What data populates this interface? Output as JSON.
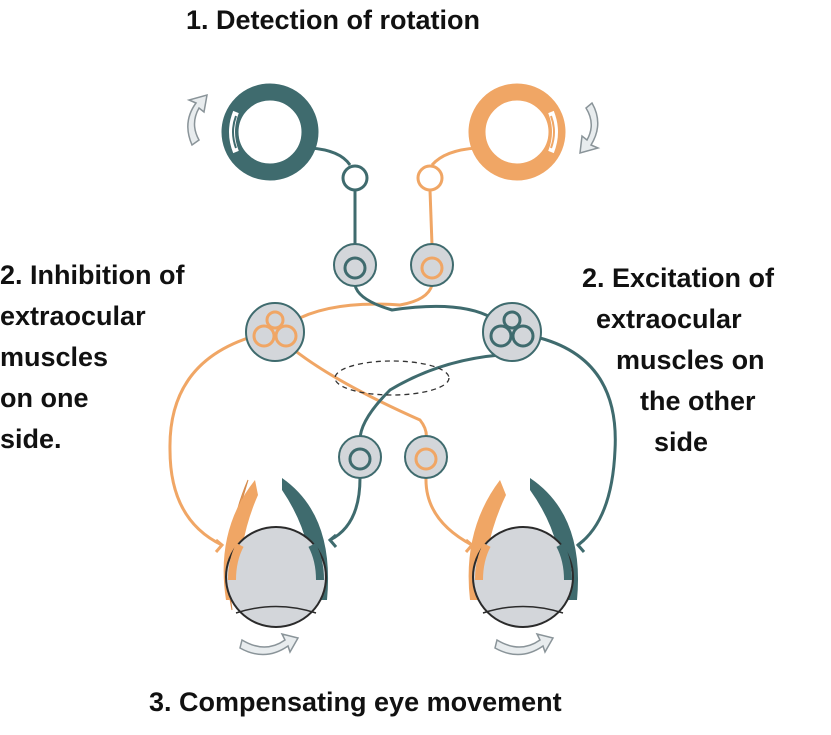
{
  "title": "1. Detection of rotation",
  "bottom_caption": "3. Compensating eye movement",
  "left_label": {
    "lines": [
      "2. Inhibition of",
      "extraocular",
      "muscles",
      "on one",
      "side."
    ]
  },
  "right_label": {
    "lines": [
      "2. Excitation of",
      "extraocular",
      "muscles on",
      "the other",
      "side"
    ]
  },
  "colors": {
    "teal": "#3f6b6e",
    "orange": "#f0a665",
    "gray_fill": "#d3d6da",
    "arrow_fill": "#e8ecee",
    "arrow_stroke": "#8a9499"
  },
  "icons": [
    "semicircular-canal-icon",
    "rotation-arrow-icon",
    "neuron-icon",
    "eyeball-icon",
    "extraocular-muscle-icon"
  ]
}
